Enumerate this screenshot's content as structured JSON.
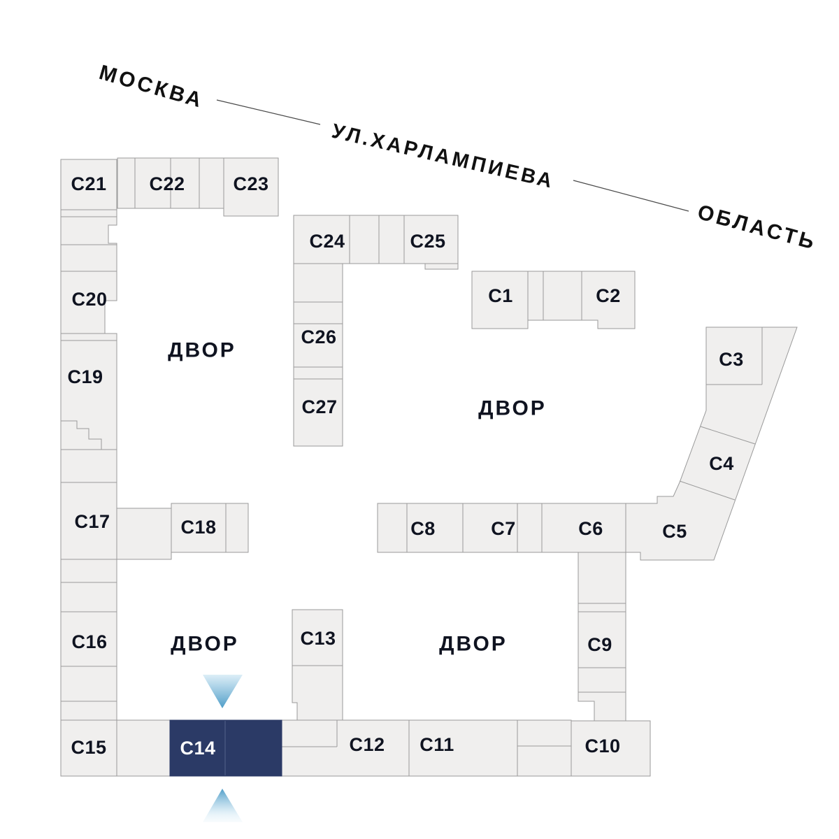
{
  "streets": {
    "moscow": "МОСКВА",
    "kharlampieva": "УЛ.ХАРЛАМПИЕВА",
    "oblast": "ОБЛАСТЬ"
  },
  "courtyards": {
    "top_left": "ДВОР",
    "right": "ДВОР",
    "bottom_left": "ДВОР",
    "bottom_right": "ДВОР"
  },
  "buildings": {
    "c1": "С1",
    "c2": "С2",
    "c3": "С3",
    "c4": "С4",
    "c5": "С5",
    "c6": "С6",
    "c7": "С7",
    "c8": "С8",
    "c9": "С9",
    "c10": "С10",
    "c11": "С11",
    "c12": "С12",
    "c13": "С13",
    "c14": "С14",
    "c15": "С15",
    "c16": "С16",
    "c17": "С17",
    "c18": "С18",
    "c19": "С19",
    "c20": "С20",
    "c21": "С21",
    "c22": "С22",
    "c23": "С23",
    "c24": "С24",
    "c25": "С25",
    "c26": "С26",
    "c27": "С27"
  },
  "selected": {
    "id": "С14"
  },
  "colors": {
    "building_fill": "#f0efee",
    "building_stroke": "#9a9a9a",
    "street_line": "#4a4a4a",
    "label_color": "#0f1320",
    "selected_fill": "#2b3a66",
    "selected_divider": "#4d5d85",
    "selected_label": "#ffffff",
    "arrow_strong": "#4e9dc8",
    "arrow_light": "#d8ecf6"
  }
}
